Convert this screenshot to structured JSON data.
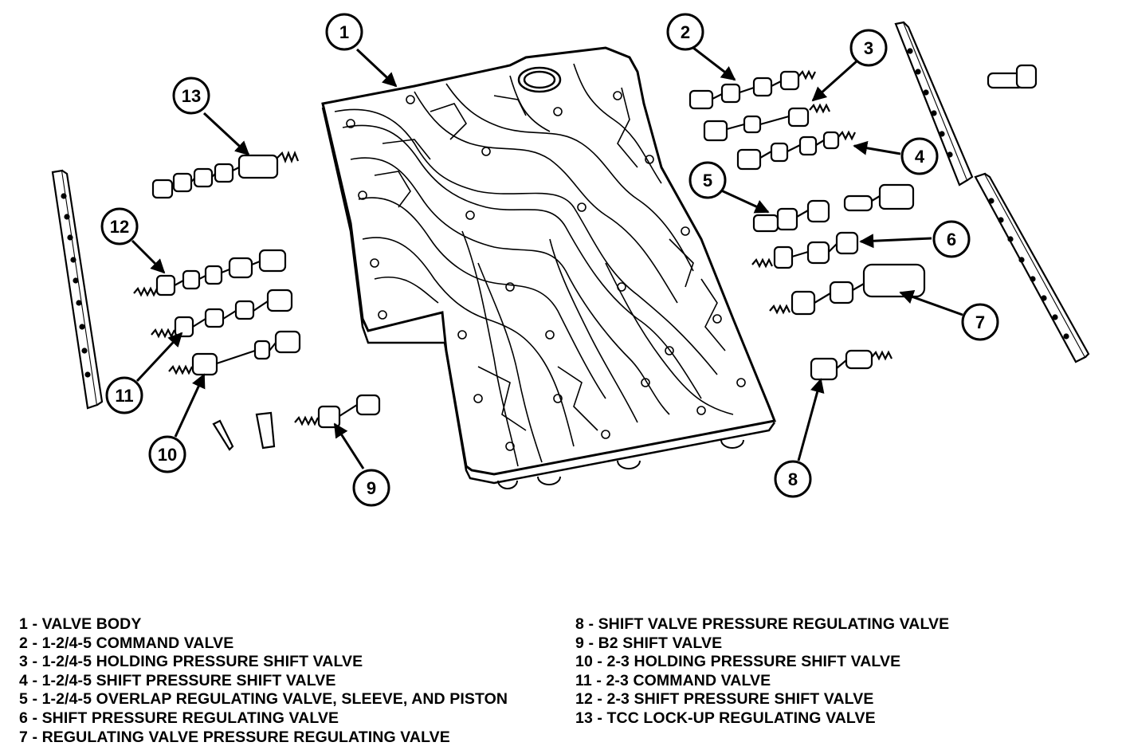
{
  "callouts": [
    "1",
    "2",
    "3",
    "4",
    "5",
    "6",
    "7",
    "8",
    "9",
    "10",
    "11",
    "12",
    "13"
  ],
  "legend": {
    "left": [
      "1 - VALVE BODY",
      "2 - 1-2/4-5 COMMAND VALVE",
      "3 - 1-2/4-5 HOLDING PRESSURE SHIFT VALVE",
      "4 - 1-2/4-5 SHIFT PRESSURE SHIFT VALVE",
      "5 - 1-2/4-5 OVERLAP REGULATING VALVE, SLEEVE, AND PISTON",
      "6 - SHIFT PRESSURE REGULATING VALVE",
      "7 - REGULATING VALVE PRESSURE REGULATING VALVE"
    ],
    "right": [
      "8 - SHIFT VALVE PRESSURE REGULATING VALVE",
      "9 - B2 SHIFT VALVE",
      "10 - 2-3 HOLDING PRESSURE SHIFT VALVE",
      "11 - 2-3 COMMAND VALVE",
      "12 - 2-3 SHIFT PRESSURE SHIFT VALVE",
      "13 - TCC LOCK-UP REGULATING VALVE"
    ]
  }
}
